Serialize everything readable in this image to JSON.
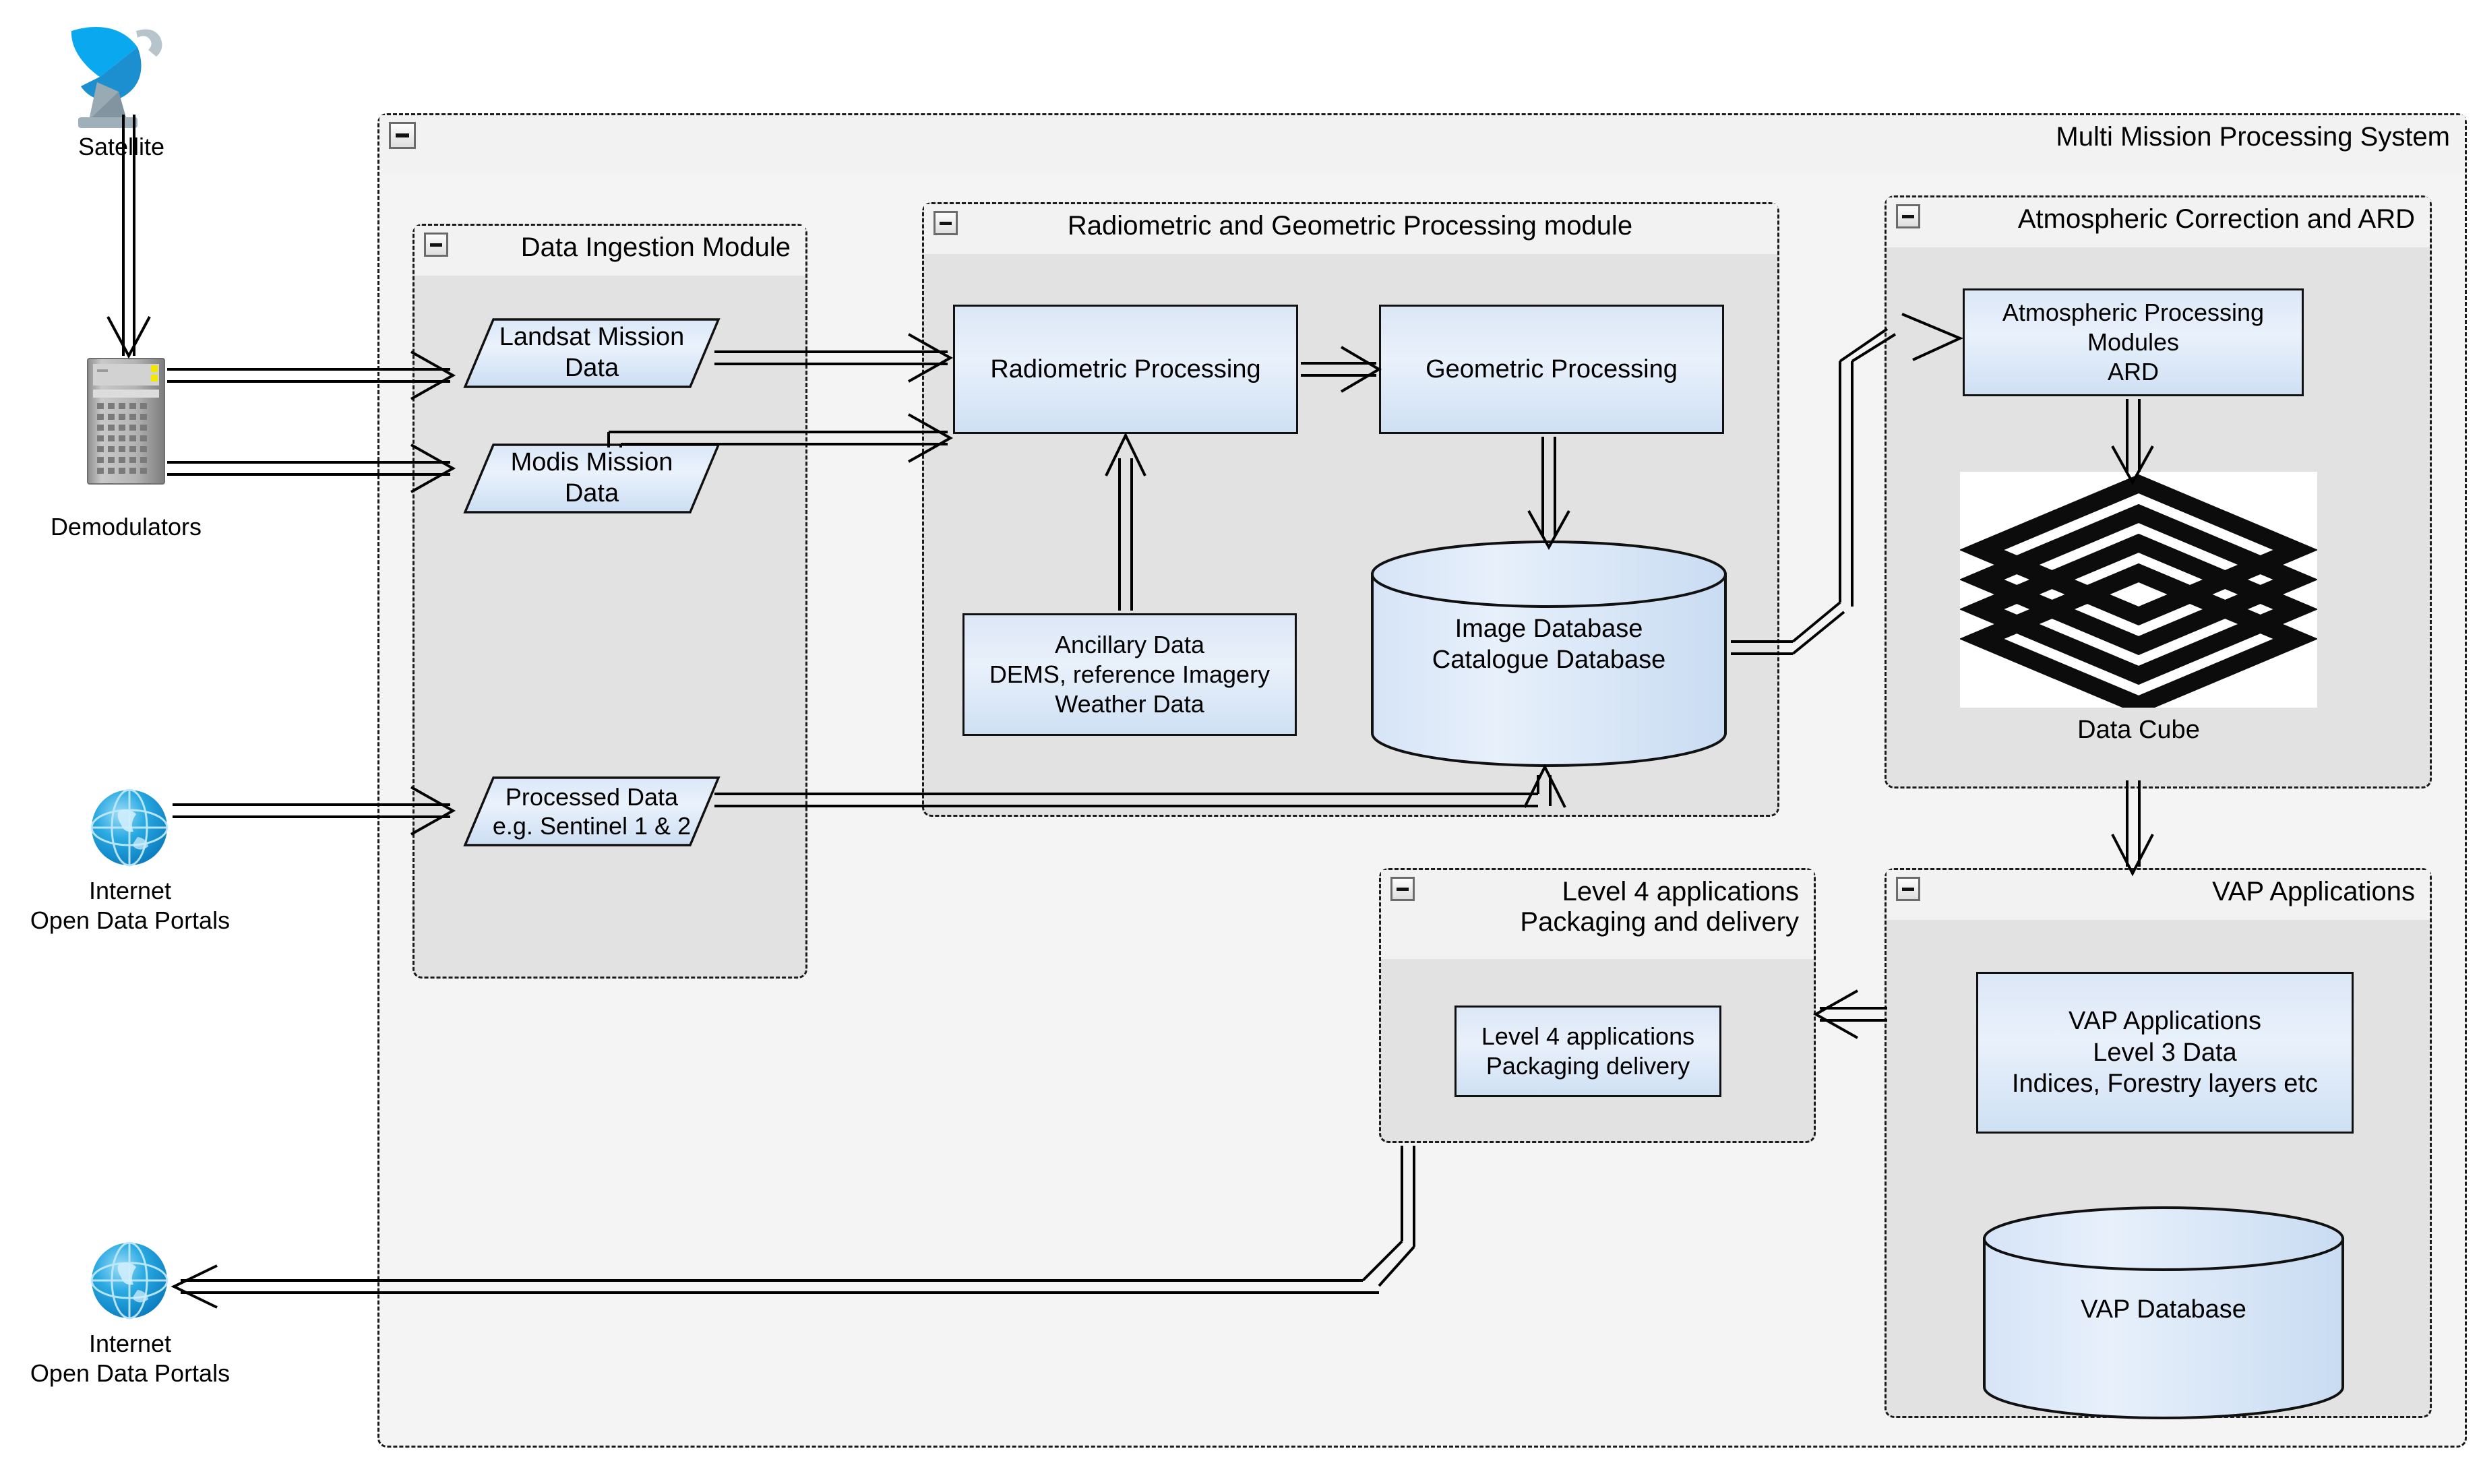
{
  "diagram": {
    "title": "Multi Mission Processing System",
    "type": "architecture-block-diagram"
  },
  "outer_container": {
    "title": "Multi Mission Processing System",
    "collapse_icon": "minus-icon"
  },
  "external_actors": [
    {
      "id": "satellite",
      "icon": "satellite-dish-icon",
      "label": "Satellite"
    },
    {
      "id": "demodulators",
      "icon": "server-rack-icon",
      "label": "Demodulators"
    },
    {
      "id": "internet_top",
      "icon": "globe-icon",
      "label": "Internet\nOpen Data Portals"
    },
    {
      "id": "internet_bottom",
      "icon": "globe-icon",
      "label": "Internet\nOpen Data Portals"
    }
  ],
  "panels": {
    "data_ingestion": {
      "title": "Data Ingestion Module",
      "collapse_icon": "minus-icon",
      "nodes": [
        {
          "id": "landsat",
          "shape": "parallelogram",
          "label": "Landsat Mission\nData"
        },
        {
          "id": "modis",
          "shape": "parallelogram",
          "label": "Modis Mission\nData"
        },
        {
          "id": "processed",
          "shape": "parallelogram",
          "label": "Processed Data\ne.g. Sentinel 1 & 2"
        }
      ]
    },
    "radiometric_geometric": {
      "title": "Radiometric and Geometric Processing module",
      "collapse_icon": "minus-icon",
      "nodes": [
        {
          "id": "radiometric",
          "shape": "rect",
          "label": "Radiometric Processing"
        },
        {
          "id": "geometric",
          "shape": "rect",
          "label": "Geometric Processing"
        },
        {
          "id": "ancillary",
          "shape": "rect",
          "label": "Ancillary Data\nDEMS, reference Imagery\nWeather Data"
        },
        {
          "id": "image_db",
          "shape": "cylinder",
          "label": "Image Database\nCatalogue Database"
        }
      ]
    },
    "atmospheric_ard": {
      "title": "Atmospheric Correction and ARD",
      "collapse_icon": "minus-icon",
      "nodes": [
        {
          "id": "atm_modules",
          "shape": "rect",
          "label": "Atmospheric Processing\nModules\nARD"
        },
        {
          "id": "data_cube",
          "shape": "layer-stack",
          "label": "Data Cube",
          "layers": 4
        }
      ]
    },
    "level4": {
      "title": "Level 4 applications\nPackaging and delivery",
      "collapse_icon": "minus-icon",
      "nodes": [
        {
          "id": "level4_box",
          "shape": "rect",
          "label": "Level 4 applications\nPackaging delivery"
        }
      ]
    },
    "vap": {
      "title": "VAP Applications",
      "collapse_icon": "minus-icon",
      "nodes": [
        {
          "id": "vap_apps",
          "shape": "rect",
          "label": "VAP Applications\nLevel 3 Data\nIndices, Forestry layers etc"
        },
        {
          "id": "vap_db",
          "shape": "cylinder",
          "label": "VAP Database"
        }
      ]
    }
  },
  "connections": [
    {
      "from": "satellite",
      "to": "demodulators",
      "arrow": "open"
    },
    {
      "from": "demodulators",
      "to": "landsat",
      "arrow": "open"
    },
    {
      "from": "demodulators",
      "to": "modis",
      "arrow": "open"
    },
    {
      "from": "internet_top",
      "to": "processed",
      "arrow": "open"
    },
    {
      "from": "landsat",
      "to": "radiometric",
      "arrow": "open"
    },
    {
      "from": "modis",
      "to": "radiometric",
      "arrow": "open"
    },
    {
      "from": "processed",
      "to": "image_db",
      "arrow": "open"
    },
    {
      "from": "radiometric",
      "to": "geometric",
      "arrow": "open"
    },
    {
      "from": "ancillary",
      "to": "radiometric",
      "arrow": "open"
    },
    {
      "from": "geometric",
      "to": "image_db",
      "arrow": "open"
    },
    {
      "from": "image_db",
      "to": "atm_modules",
      "arrow": "open"
    },
    {
      "from": "atm_modules",
      "to": "data_cube",
      "arrow": "open"
    },
    {
      "from": "data_cube",
      "to": "vap_apps",
      "arrow": "open"
    },
    {
      "from": "vap_apps",
      "to": "level4_box",
      "arrow": "open"
    },
    {
      "from": "level4_box",
      "to": "internet_bottom",
      "arrow": "open"
    }
  ],
  "colors": {
    "node_fill_light": "#e9f1fb",
    "node_fill_dark": "#cddff3",
    "node_border": "#111111",
    "panel_fill": "#e2e2e2",
    "outer_panel_fill": "#f4f4f4",
    "panel_header_fill": "#f2f2f2",
    "panel_border": "#1b1b1b",
    "connector": "#000000",
    "globe_blue": "#1ba1e2",
    "dish_blue": "#00a8e8"
  }
}
